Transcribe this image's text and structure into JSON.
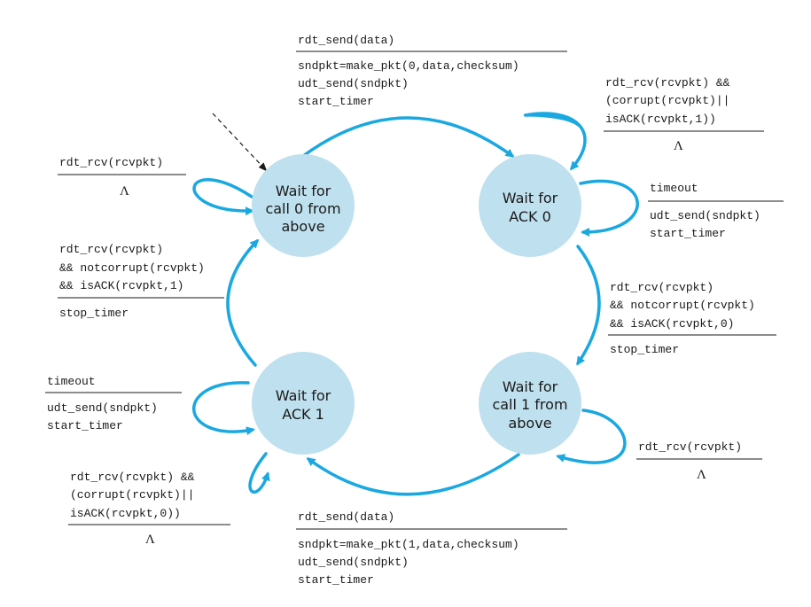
{
  "states": {
    "s0": [
      "Wait for",
      "call 0 from",
      "above"
    ],
    "s1": [
      "Wait for",
      "ACK 0"
    ],
    "s2": [
      "Wait for",
      "call 1 from",
      "above"
    ],
    "s3": [
      "Wait for",
      "ACK 1"
    ]
  },
  "transitions": {
    "send0": {
      "event": "rdt_send(data)",
      "actions": [
        "sndpkt=make_pkt(0,data,checksum)",
        "udt_send(sndpkt)",
        "start_timer"
      ]
    },
    "ack0_corrupt": {
      "event": [
        "rdt_rcv(rcvpkt) &&",
        "(corrupt(rcvpkt)||",
        "isACK(rcvpkt,1))"
      ],
      "action": "Λ"
    },
    "timeout0": {
      "event": "timeout",
      "actions": [
        "udt_send(sndpkt)",
        "start_timer"
      ]
    },
    "ack0_ok": {
      "event": [
        "rdt_rcv(rcvpkt)",
        "&& notcorrupt(rcvpkt)",
        "&& isACK(rcvpkt,0)"
      ],
      "action": "stop_timer"
    },
    "wait1_rcv": {
      "event": "rdt_rcv(rcvpkt)",
      "action": "Λ"
    },
    "send1": {
      "event": "rdt_send(data)",
      "actions": [
        "sndpkt=make_pkt(1,data,checksum)",
        "udt_send(sndpkt)",
        "start_timer"
      ]
    },
    "ack1_corrupt": {
      "event": [
        "rdt_rcv(rcvpkt) &&",
        "(corrupt(rcvpkt)||",
        "isACK(rcvpkt,0))"
      ],
      "action": "Λ"
    },
    "timeout1": {
      "event": "timeout",
      "actions": [
        "udt_send(sndpkt)",
        "start_timer"
      ]
    },
    "ack1_ok": {
      "event": [
        "rdt_rcv(rcvpkt)",
        "&& notcorrupt(rcvpkt)",
        "&& isACK(rcvpkt,1)"
      ],
      "action": "stop_timer"
    },
    "wait0_rcv": {
      "event": "rdt_rcv(rcvpkt)",
      "action": "Λ"
    }
  },
  "colors": {
    "state_fill": "#bfe0ee",
    "arrow": "#1aa8e0",
    "text": "#1a1a1a"
  }
}
